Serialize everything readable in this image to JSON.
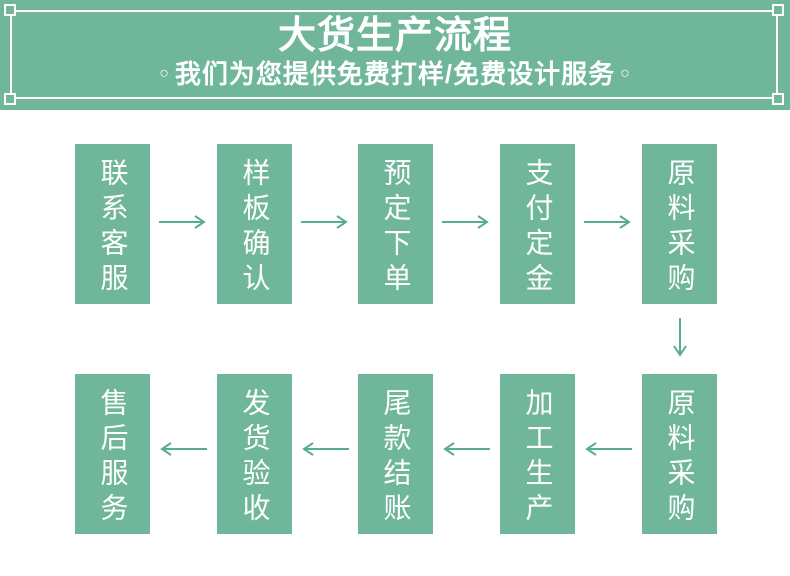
{
  "header": {
    "title": "大货生产流程",
    "subtitle": "我们为您提供免费打样/免费设计服务",
    "ornament_left": "○",
    "ornament_right": "○"
  },
  "colors": {
    "banner_green": "#6fb69b",
    "box_green": "#6fb69b",
    "arrow_green": "#57ad8f",
    "text_white": "#ffffff"
  },
  "flow": {
    "row1": {
      "direction": "left-to-right",
      "steps": [
        {
          "label": "联系客服"
        },
        {
          "label": "样板确认"
        },
        {
          "label": "预定下单"
        },
        {
          "label": "支付定金"
        },
        {
          "label": "原料采购"
        }
      ]
    },
    "connector": {
      "direction": "down"
    },
    "row2": {
      "direction": "right-to-left",
      "steps": [
        {
          "label": "原料采购"
        },
        {
          "label": "加工生产"
        },
        {
          "label": "尾款结账"
        },
        {
          "label": "发货验收"
        },
        {
          "label": "售后服务"
        }
      ]
    }
  }
}
